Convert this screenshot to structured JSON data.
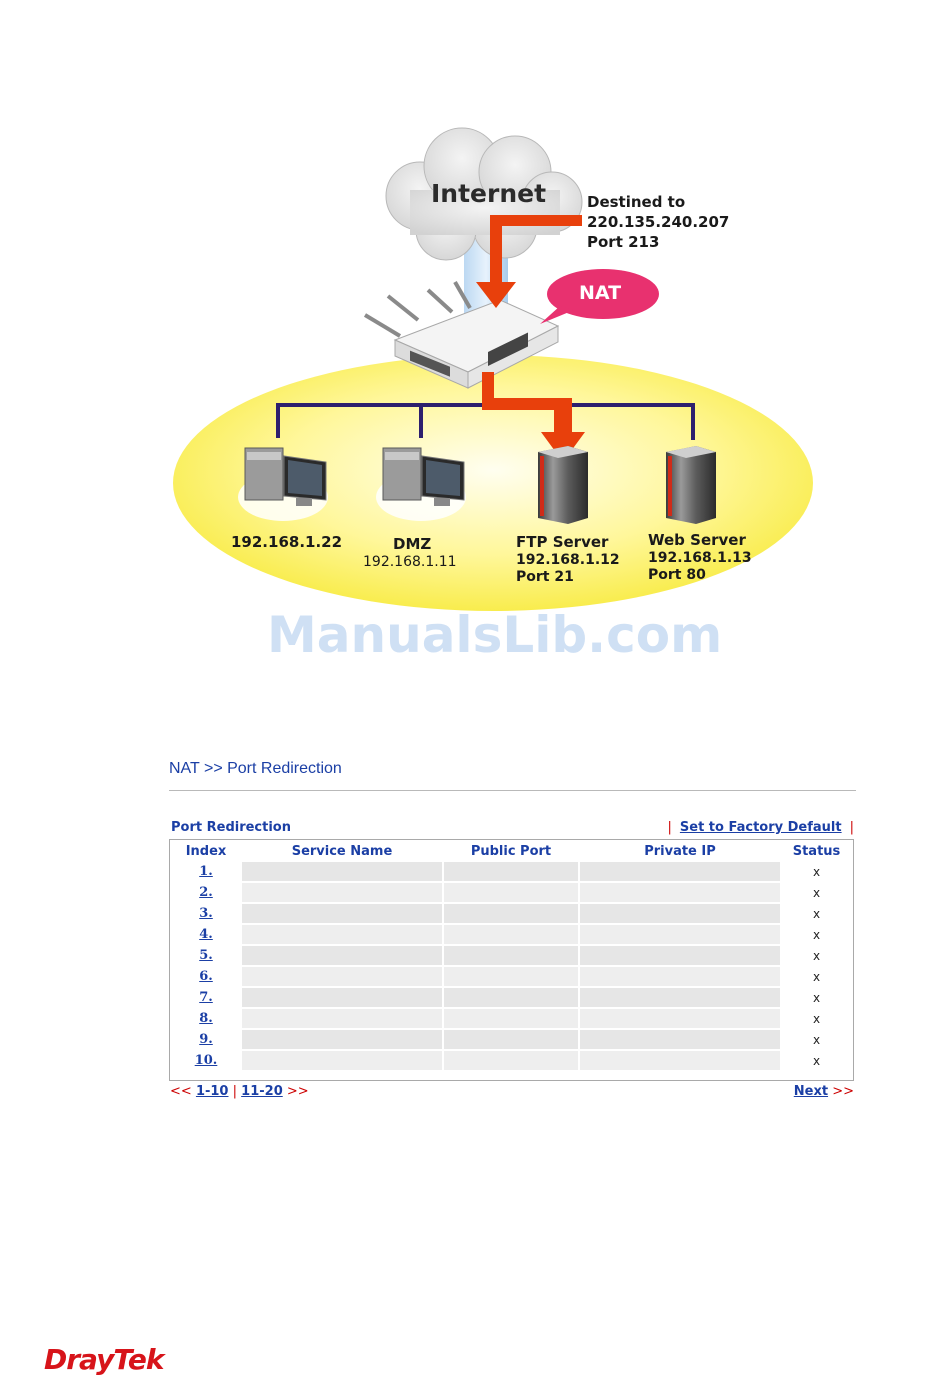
{
  "diagram": {
    "internet_label": "Internet",
    "destination_lines": [
      "Destined to",
      "220.135.240.207",
      "Port 213"
    ],
    "nat_label": "NAT",
    "hosts": [
      {
        "lines": [
          "192.168.1.22"
        ]
      },
      {
        "lines": [
          "DMZ",
          "192.168.1.11"
        ]
      },
      {
        "lines": [
          "FTP Server",
          "192.168.1.12",
          "Port 21"
        ]
      },
      {
        "lines": [
          "Web Server",
          "192.168.1.13",
          "Port 80"
        ]
      }
    ],
    "watermark": "ManualsLib.com"
  },
  "colors": {
    "arrow": "#e8400c",
    "nat_bubble": "#e8316f",
    "lan_ellipse": "#fff36a",
    "link": "#1b3fa5",
    "separator": "#cc0000",
    "brand": "#d7141a"
  },
  "page": {
    "breadcrumb": "NAT >> Port Redirection",
    "section_title": "Port Redirection",
    "factory_link": "Set to Factory Default",
    "separator": "|"
  },
  "table": {
    "headers": [
      "Index",
      "Service Name",
      "Public Port",
      "Private IP",
      "Status"
    ],
    "rows": [
      {
        "index": "1.",
        "service": "",
        "public_port": "",
        "private_ip": "",
        "status": "x"
      },
      {
        "index": "2.",
        "service": "",
        "public_port": "",
        "private_ip": "",
        "status": "x"
      },
      {
        "index": "3.",
        "service": "",
        "public_port": "",
        "private_ip": "",
        "status": "x"
      },
      {
        "index": "4.",
        "service": "",
        "public_port": "",
        "private_ip": "",
        "status": "x"
      },
      {
        "index": "5.",
        "service": "",
        "public_port": "",
        "private_ip": "",
        "status": "x"
      },
      {
        "index": "6.",
        "service": "",
        "public_port": "",
        "private_ip": "",
        "status": "x"
      },
      {
        "index": "7.",
        "service": "",
        "public_port": "",
        "private_ip": "",
        "status": "x"
      },
      {
        "index": "8.",
        "service": "",
        "public_port": "",
        "private_ip": "",
        "status": "x"
      },
      {
        "index": "9.",
        "service": "",
        "public_port": "",
        "private_ip": "",
        "status": "x"
      },
      {
        "index": "10.",
        "service": "",
        "public_port": "",
        "private_ip": "",
        "status": "x"
      }
    ]
  },
  "pager": {
    "prev_arrow": "<<",
    "page1": "1-10",
    "bar": "|",
    "page2": "11-20",
    "next_arrow_left": ">>",
    "next_label": "Next",
    "next_arrow": ">>"
  },
  "brand": {
    "logo": "DrayTek"
  }
}
